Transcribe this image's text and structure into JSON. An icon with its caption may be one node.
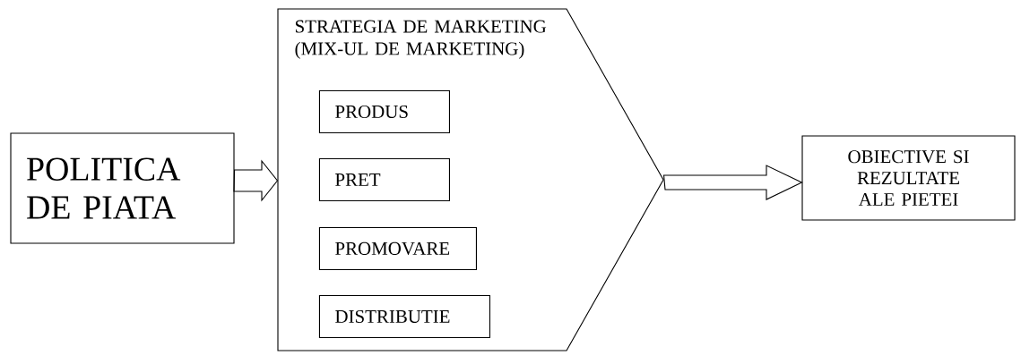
{
  "diagram": {
    "nodes": [
      {
        "text": [
          "POLITICA DE PIATA"
        ]
      },
      {
        "text": [
          "STRATEGIA DE MARKETING (MIX-UL DE MARKETING)"
        ]
      },
      {
        "text": [
          "PRODUS"
        ],
        "in": 1
      },
      {
        "text": [
          "PRET"
        ],
        "in": 1
      },
      {
        "text": [
          "PROMOVARE"
        ],
        "in": 1
      },
      {
        "text": [
          "DISTRIBUTIE"
        ],
        "in": 1
      },
      {
        "text": [
          "OBIECTIVE SI REZULTATE ALE PIETEI"
        ]
      }
    ],
    "edges": [
      {
        "from": 0,
        "to": 1,
        "arrow": "to"
      },
      {
        "from": 1,
        "to": 6,
        "arrow": "to"
      }
    ]
  }
}
